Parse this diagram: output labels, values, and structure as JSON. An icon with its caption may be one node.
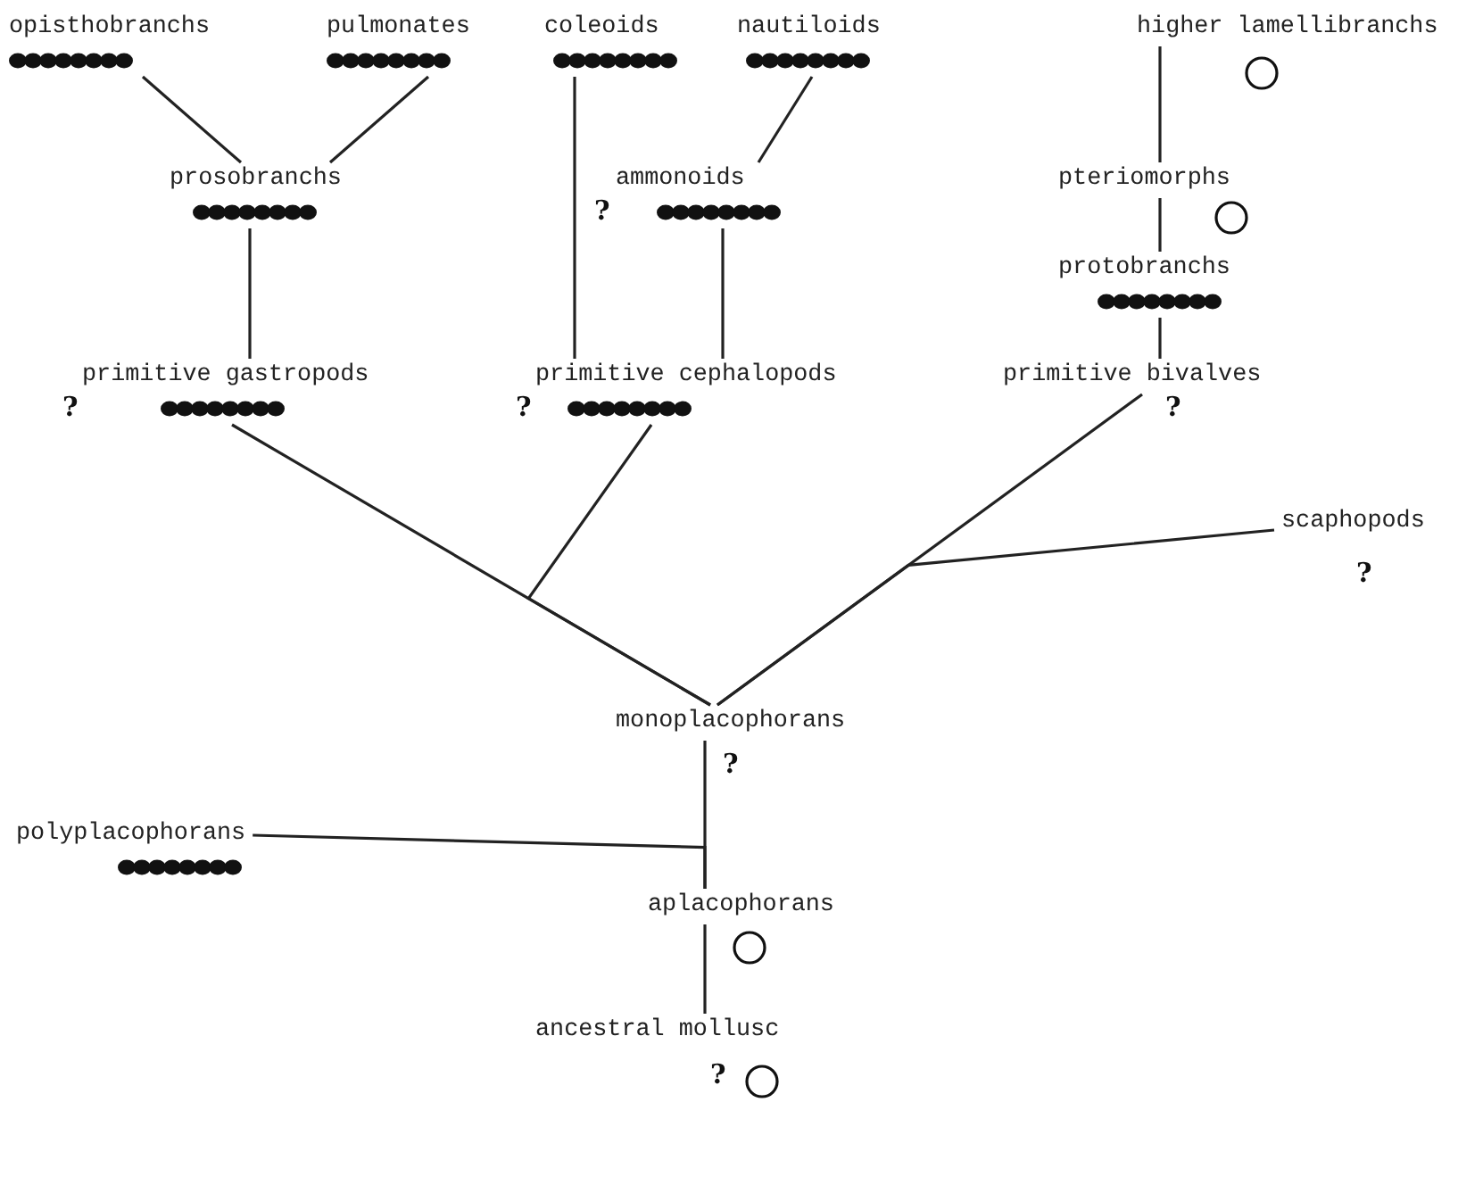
{
  "diagram": {
    "nodes": [
      {
        "text": [
          "opisthobranchs"
        ]
      },
      {
        "text": [
          "pulmonates"
        ]
      },
      {
        "text": [
          "coleoids"
        ]
      },
      {
        "text": [
          "nautiloids"
        ]
      },
      {
        "text": [
          "higher lamellibranchs"
        ]
      },
      {
        "text": [
          "prosobranchs"
        ]
      },
      {
        "text": [
          "ammonoids"
        ],
        "beside": [
          "?"
        ]
      },
      {
        "text": [
          "pteriomorphs"
        ]
      },
      {
        "text": [
          "protobranchs"
        ]
      },
      {
        "text": [
          "primitive gastropods"
        ],
        "beside": [
          "?"
        ]
      },
      {
        "text": [
          "primitive cephalopods"
        ],
        "beside": [
          "?"
        ]
      },
      {
        "text": [
          "primitive bivalves"
        ],
        "beside": [
          "?"
        ]
      },
      {
        "text": [
          "scaphopods"
        ],
        "beside": [
          "?"
        ]
      },
      {
        "text": [
          "monoplacophorans"
        ],
        "beside": [
          "?"
        ]
      },
      {
        "text": [
          "polyplacophorans"
        ]
      },
      {
        "text": [
          "aplacophorans"
        ]
      },
      {
        "text": [
          "ancestral mollusc"
        ],
        "beside": [
          "?"
        ]
      }
    ],
    "edges": [
      {
        "from": 0,
        "to": 5,
        "arrow": "none"
      },
      {
        "from": 1,
        "to": 5,
        "arrow": "none"
      },
      {
        "from": 5,
        "to": 9,
        "arrow": "none"
      },
      {
        "from": 2,
        "to": 10,
        "arrow": "none"
      },
      {
        "from": 3,
        "to": 6,
        "arrow": "none"
      },
      {
        "from": 6,
        "to": 10,
        "arrow": "none"
      },
      {
        "from": 4,
        "to": 7,
        "arrow": "none"
      },
      {
        "from": 7,
        "to": 8,
        "arrow": "none"
      },
      {
        "from": 8,
        "to": 11,
        "arrow": "none"
      },
      {
        "from": 9,
        "to": 13,
        "arrow": "none"
      },
      {
        "from": 10,
        "to": 13,
        "arrow": "none"
      },
      {
        "from": 11,
        "to": 13,
        "arrow": "none"
      },
      {
        "from": 12,
        "to": 13,
        "arrow": "none"
      },
      {
        "from": 13,
        "to": 15,
        "arrow": "none"
      },
      {
        "from": 14,
        "to": 15,
        "arrow": "none"
      },
      {
        "from": 15,
        "to": 16,
        "arrow": "none"
      }
    ]
  }
}
